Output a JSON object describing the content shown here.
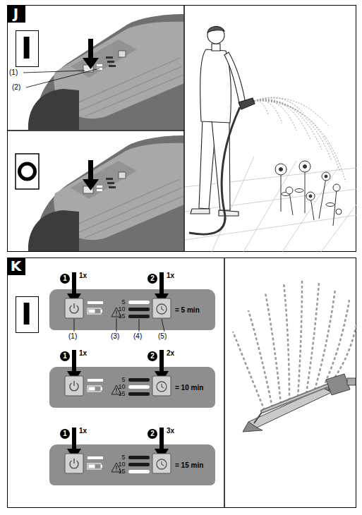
{
  "diagram": {
    "nodes": [
      {
        "text": [
          "J"
        ]
      },
      {
        "text": [
          "I"
        ],
        "in": 0
      },
      {
        "text": [
          "K"
        ]
      },
      {
        "text": [
          "I"
        ],
        "in": 2
      },
      {
        "text": [
          "5",
          "10",
          "15"
        ],
        "in": 2
      },
      {
        "text": [
          "5",
          "10",
          "15"
        ],
        "in": 2
      },
      {
        "text": [
          "5",
          "10",
          "15"
        ],
        "in": 2
      }
    ],
    "labels": [
      "(1)",
      "(2)",
      "1",
      "1x",
      "2",
      "1x",
      "= 5 min",
      "(1)",
      "(3)",
      "(4)",
      "(5)",
      "1",
      "1x",
      "2",
      "2x",
      "= 10 min",
      "1",
      "1x",
      "2",
      "3x",
      "= 15 min"
    ]
  }
}
